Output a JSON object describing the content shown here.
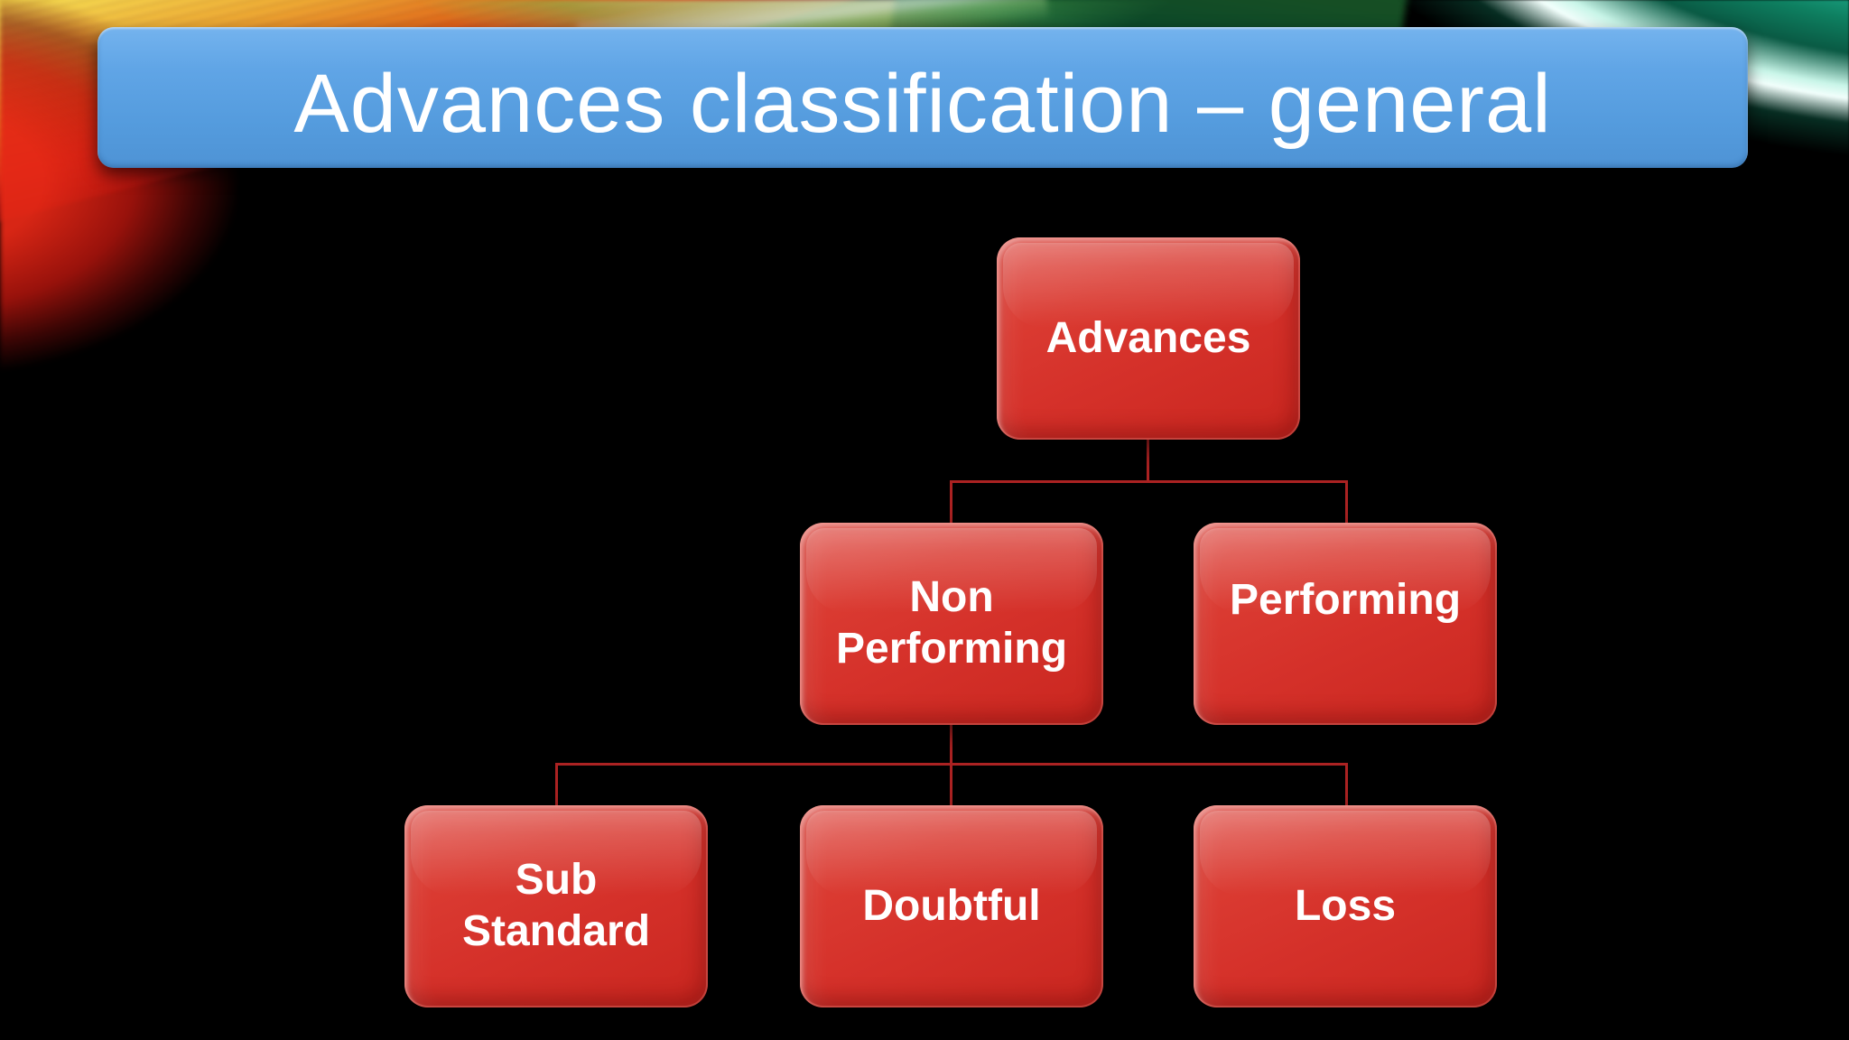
{
  "slide": {
    "title": "Advances classification – general",
    "colors": {
      "background": "#000000",
      "title_bar_blue": "#5B9FDF",
      "node_red": "#D5312A",
      "connector_red": "#AB2222",
      "text_white": "#FFFFFF",
      "ribbon_yellow": "#F4D44C",
      "ribbon_orange": "#E2701C",
      "ribbon_red": "#DF2F16",
      "ribbon_teal": "#21B493"
    }
  },
  "diagram": {
    "type": "hierarchy",
    "nodes": [
      {
        "id": "advances",
        "label": "Advances",
        "level": 1,
        "parent": null
      },
      {
        "id": "non-performing",
        "label": "Non Performing",
        "level": 2,
        "parent": "advances"
      },
      {
        "id": "performing",
        "label": "Performing",
        "level": 2,
        "parent": "advances"
      },
      {
        "id": "sub-standard",
        "label": "Sub Standard",
        "level": 3,
        "parent": "non-performing"
      },
      {
        "id": "doubtful",
        "label": "Doubtful",
        "level": 3,
        "parent": "non-performing"
      },
      {
        "id": "loss",
        "label": "Loss",
        "level": 3,
        "parent": "non-performing"
      }
    ]
  }
}
